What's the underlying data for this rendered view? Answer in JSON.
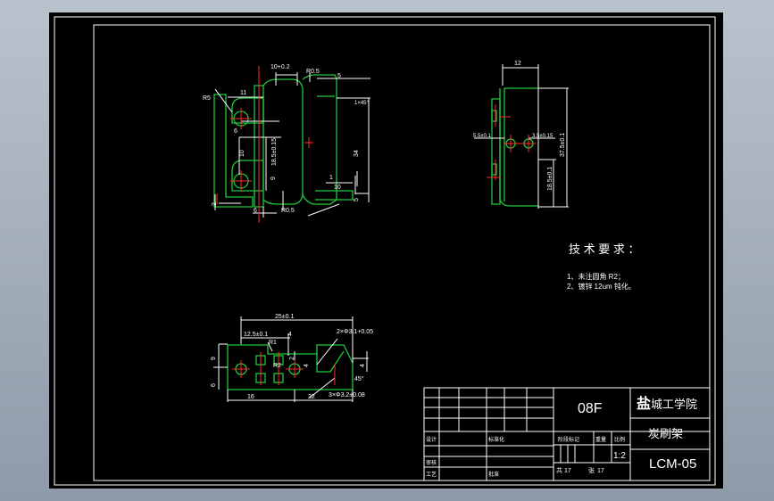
{
  "drawing": {
    "technical_requirements": {
      "title": "技 术 要 求 ：",
      "items": [
        "1、未注圆角 R2；",
        "2、镀锌 12um 钝化。"
      ]
    },
    "front_view": {
      "dims": [
        "10+0.2",
        "R0.5",
        "R5",
        "11",
        "5",
        "1×45°",
        "6",
        "18.5±0.15",
        "10",
        "34",
        "9",
        "1",
        "10",
        "5",
        "2",
        "6",
        "R0.5"
      ]
    },
    "side_view": {
      "dims": [
        "12",
        "5.5±0.1",
        "3.5±0.15",
        "37.5±0.1",
        "18.5±0.1"
      ]
    },
    "top_view": {
      "dims": [
        "25±0.1",
        "12.5±0.1",
        "4",
        "2×Φ3.1+0.05",
        "R1",
        "9",
        "2",
        "R2",
        "4",
        "6",
        "4",
        "45°",
        "3×Φ3.2±0.08",
        "16",
        "22"
      ]
    },
    "title_block": {
      "material": "08F",
      "school": "盐城工学院",
      "school_bold": "盐",
      "school_rest": "城工学院",
      "part_name": "炭刷架",
      "scale": "1:2",
      "drawing_no": "LCM-05",
      "sheet_total": "17",
      "sheet_no": "17",
      "sheet_label_total": "共",
      "sheet_label_no": "张",
      "labels": {
        "designer": "设计",
        "checker": "审核",
        "craft": "工艺",
        "approve": "批准",
        "standard": "标准化",
        "stage": "阶段标记",
        "weight": "重量",
        "ratio": "比例"
      }
    }
  }
}
